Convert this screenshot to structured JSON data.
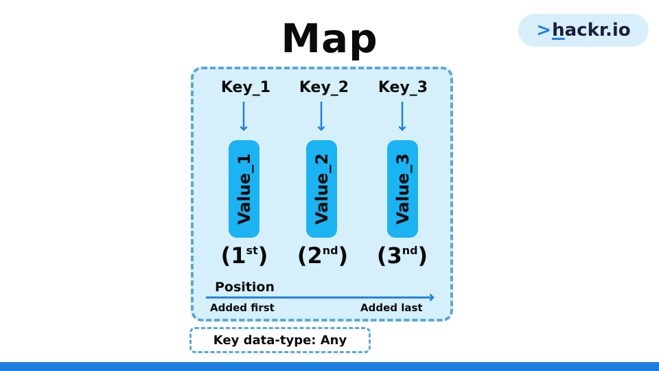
{
  "title": "Map",
  "logo": {
    "chevron": ">",
    "first_letter": "h",
    "rest": "ackr.io"
  },
  "entries": [
    {
      "key": "Key_1",
      "value": "Value_1",
      "position": "1",
      "suffix": "st"
    },
    {
      "key": "Key_2",
      "value": "Value_2",
      "position": "2",
      "suffix": "nd"
    },
    {
      "key": "Key_3",
      "value": "Value_3",
      "position": "3",
      "suffix": "nd"
    }
  ],
  "axis": {
    "label": "Position",
    "start": "Added first",
    "end": "Added last"
  },
  "key_type": "Key data-type: Any",
  "colors": {
    "accent": "#1e7fe0",
    "pill": "#1bb3f2",
    "panel": "#d6f0fb",
    "dashed_border": "#5aa6d8",
    "logo_bg": "#d8eefb"
  }
}
